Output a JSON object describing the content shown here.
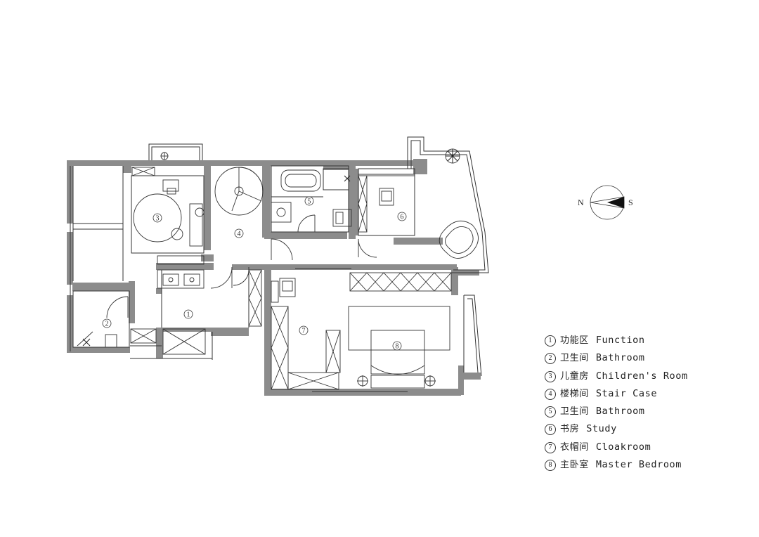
{
  "rooms": [
    {
      "num": "1",
      "cn": "功能区",
      "en": "Function"
    },
    {
      "num": "2",
      "cn": "卫生间",
      "en": "Bathroom"
    },
    {
      "num": "3",
      "cn": "儿童房",
      "en": "Children's Room"
    },
    {
      "num": "4",
      "cn": "楼梯间",
      "en": "Stair Case"
    },
    {
      "num": "5",
      "cn": "卫生间",
      "en": "Bathroom"
    },
    {
      "num": "6",
      "cn": "书房",
      "en": "Study"
    },
    {
      "num": "7",
      "cn": "衣帽间",
      "en": "Cloakroom"
    },
    {
      "num": "8",
      "cn": "主卧室",
      "en": "Master Bedroom"
    }
  ],
  "compass": {
    "north": "N",
    "south": "S"
  },
  "colors": {
    "wall": "#8c8c8c",
    "line": "#333333",
    "background": "#ffffff"
  }
}
